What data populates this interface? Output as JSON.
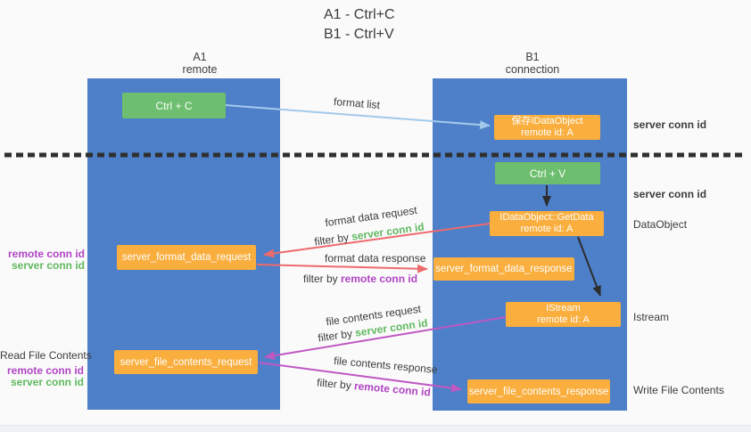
{
  "title": {
    "line1": "A1 - Ctrl+C",
    "line2": "B1 - Ctrl+V"
  },
  "lanes": {
    "a1": {
      "name": "A1",
      "subtitle": "remote"
    },
    "b1": {
      "name": "B1",
      "subtitle": "connection"
    }
  },
  "nodes": {
    "ctrl_c": {
      "label": "Ctrl + C"
    },
    "save_idataobject": {
      "line1": "保存IDataObject",
      "line2": "remote id: A"
    },
    "ctrl_v": {
      "label": "Ctrl + V"
    },
    "getdata": {
      "line1": "IDataObject::GetData",
      "line2": "remote id: A"
    },
    "format_request": {
      "label": "server_format_data_request"
    },
    "format_response": {
      "label": "server_format_data_response"
    },
    "istream": {
      "line1": "IStream",
      "line2": "remote id: A"
    },
    "file_request": {
      "label": "server_file_contents_request"
    },
    "file_response": {
      "label": "server_file_contents_response"
    }
  },
  "arrow_labels": {
    "format_list": "format list",
    "format_data_request": "format data request",
    "format_data_request_filter": {
      "prefix": "filter by ",
      "value": "server conn id"
    },
    "format_data_response": "format data response",
    "format_data_response_filter": {
      "prefix": "filter by ",
      "value": "remote conn id"
    },
    "file_contents_request": "file contents request",
    "file_contents_request_filter": {
      "prefix": "filter by ",
      "value": "server conn id"
    },
    "file_contents_response": "file contents response",
    "file_contents_response_filter": {
      "prefix": "filter by ",
      "value": "remote conn id"
    }
  },
  "right_labels": {
    "server_conn_id_top": "server conn id",
    "server_conn_id_mid": "server conn id",
    "dataobject": "DataObject",
    "istream": "Istream",
    "write_file_contents": "Write File Contents"
  },
  "left_labels": {
    "remote_conn_id_top": "remote conn id",
    "server_conn_id_top": "server conn id",
    "read_file_contents": "Read File Contents",
    "remote_conn_id_bottom": "remote conn id",
    "server_conn_id_bottom": "server conn id"
  },
  "colors": {
    "lane_blue": "#4d80c8",
    "node_green": "#6dbe6e",
    "node_orange": "#f9ae3e",
    "arrow_blue": "#a3c9ea",
    "arrow_red": "#ed6a6d",
    "arrow_purple": "#bf58c3",
    "arrow_black": "#2d2d2d",
    "divider_black": "#2f2f2f",
    "text_green": "#5fb95f",
    "text_purple": "#b044c4",
    "text_dark": "#3c3c3c"
  }
}
